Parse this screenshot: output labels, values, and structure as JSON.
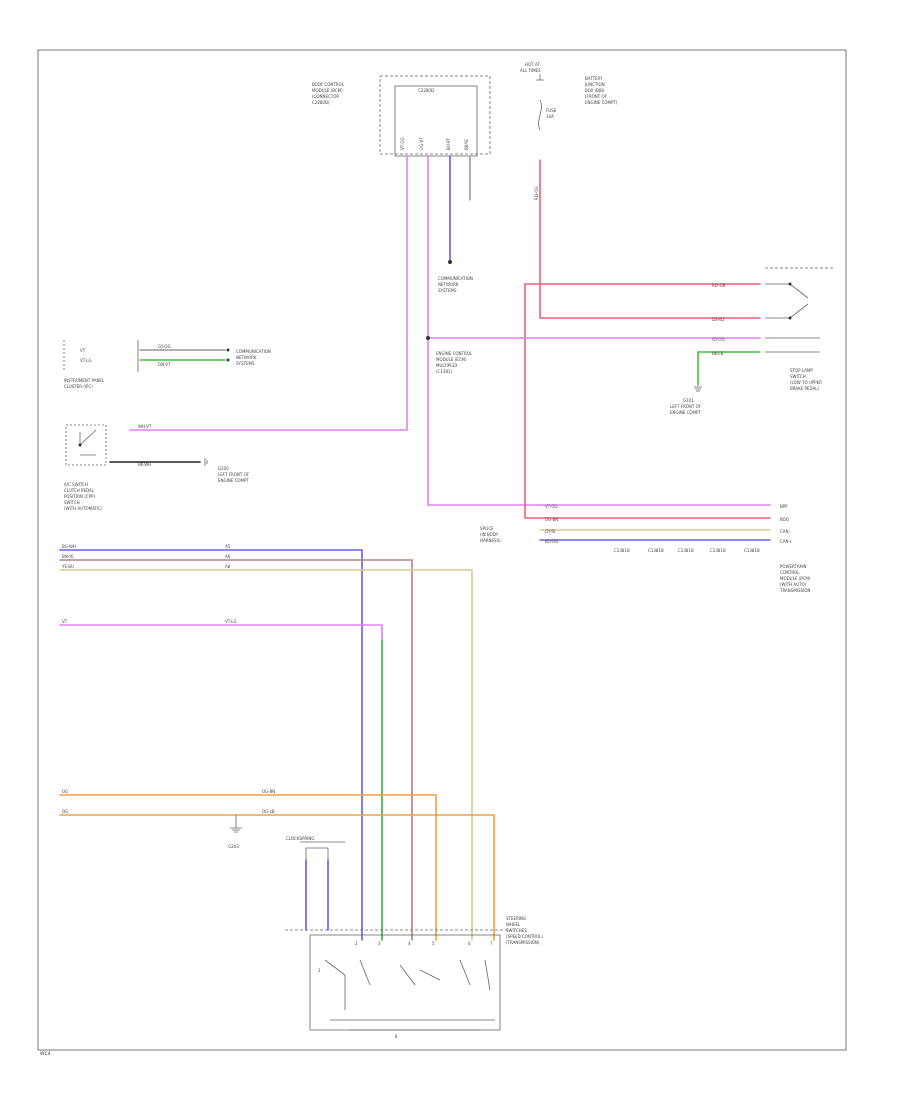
{
  "modules": {
    "top_module": [
      "BODY CONTROL",
      "MODULE (BCM)",
      "(CONNECTOR",
      "C2280D)"
    ],
    "top_module_connector": "C2280D",
    "hot_at_all_times": [
      "HOT AT",
      "ALL TIMES"
    ],
    "battery_junction": [
      "BATTERY",
      "JUNCTION",
      "BOX (BJB)",
      "(FRONT OF",
      "ENGINE COMPT)"
    ],
    "fuse": [
      "FUSE",
      "10A"
    ],
    "cluster": [
      "INSTRUMENT PANEL",
      "CLUSTER (IPC)"
    ],
    "cluster_module": [
      "COMMUNICATION",
      "NETWORK",
      "SYSTEMS"
    ],
    "ground_note": [
      "G200",
      "LEFT FRONT OF",
      "ENGINE COMPT"
    ],
    "switch_left": [
      "A/C SWITCH",
      "CLUTCH PEDAL",
      "POSITION (CPP)",
      "SWITCH",
      "(WITH AUTOMATIC)"
    ],
    "splice_mid": [
      "SPLICE",
      "(IN BODY",
      "HARNESS)"
    ],
    "bcm_mid": [
      "ENGINE CONTROL",
      "MODULE (ECM)",
      "MULTIPLEX",
      "(C1381)"
    ],
    "right_switch": [
      "STOP LAMP",
      "SWITCH",
      "(LOW TO UPPER",
      "BRAKE PEDAL)"
    ],
    "right_ground": [
      "G101",
      "LEFT FRONT OF",
      "ENGINE COMPT"
    ],
    "pcm_right": [
      "POWERTRAIN",
      "CONTROL",
      "MODULE (PCM)",
      "(WITH AUTO)",
      "TRANSMISSION"
    ],
    "splice_right": [
      "COMMUNICATION",
      "NETWORK",
      "SYSTEMS"
    ],
    "steering_switch": [
      "STEERING",
      "WHEEL",
      "SWITCHES",
      "(SPEED CONTROL)",
      "(TRANSMISSION)"
    ],
    "clock_spring": "CLOCKSPRING",
    "ground_bottom": "G203",
    "bottom_label": "WC4"
  },
  "wires": {
    "cluster_wire1": "GY-OG",
    "cluster_wire2": "GN-VT",
    "switch_wire1": "WH-VT",
    "switch_wire2": "BK-WH",
    "bcm_pins": [
      "VT-OG",
      "OG-VT",
      "BU-VT",
      "BK-YE"
    ],
    "fuse_wire": "RD-OG",
    "right_wire1": "RD-GN",
    "right_wire2": "LB-RD",
    "right_wire3": "BK-LB",
    "right_wire4": "GY-OG",
    "bus_labels": [
      "VT-OG",
      "OG-BN",
      "GY-YE",
      "BU-OG"
    ],
    "bus_pins": [
      "C1381B",
      "C1381B",
      "C1381B",
      "C1381B",
      "C1381B"
    ],
    "bus_right": [
      "BPP",
      "BOO",
      "CAN-",
      "CAN+"
    ],
    "left_group": [
      "BU-WH",
      "BN-YE",
      "YE-BU"
    ],
    "left_pins": [
      "A5",
      "A6",
      "A8"
    ],
    "left_mid": [
      "VT",
      "VT-LG"
    ],
    "lower_wire1": [
      "OG",
      "OG-BN"
    ],
    "lower_wire2": [
      "OG",
      "OG-LB"
    ],
    "bottom_pins": [
      "1",
      "2",
      "3",
      "4",
      "5",
      "6",
      "7",
      "8"
    ]
  },
  "colors": {
    "violet": "#e080f0",
    "red": "#f06070",
    "blue": "#6060f0",
    "green": "#40c040",
    "orange": "#f0a040",
    "brown": "#b08080",
    "tan": "#d8c890",
    "black": "#222222",
    "gray": "#999999",
    "lightgreen": "#80e080"
  }
}
